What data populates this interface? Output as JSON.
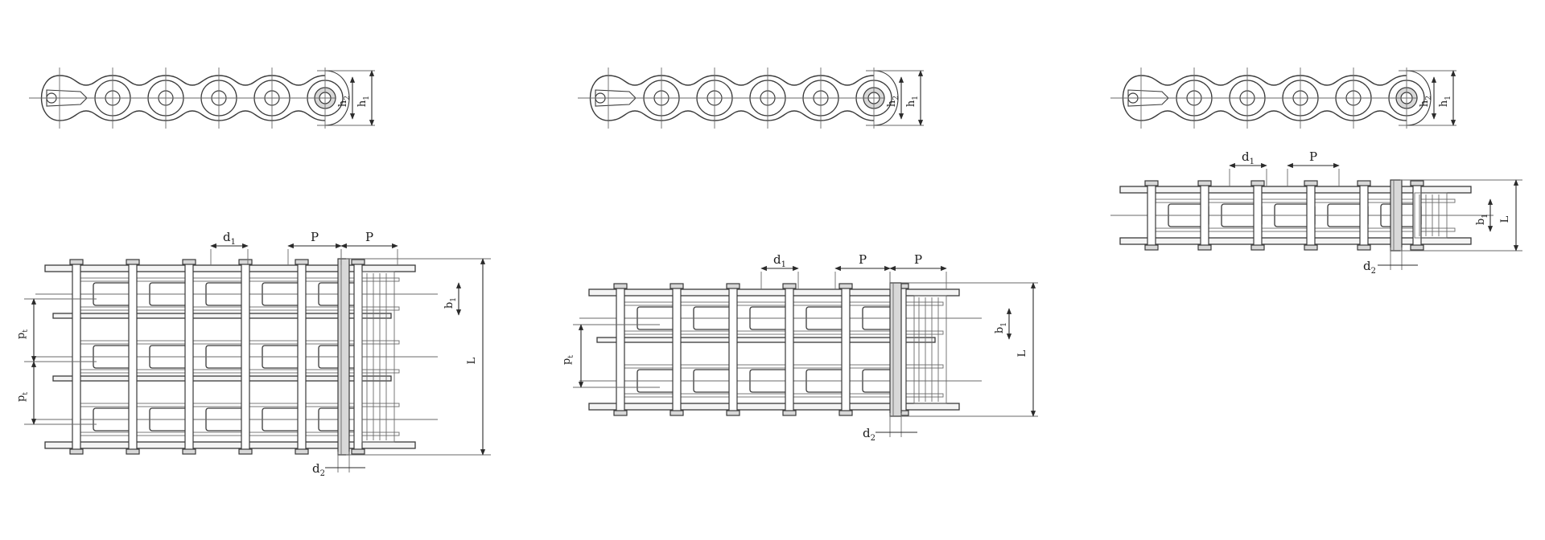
{
  "labels": {
    "pitch": "P",
    "roller_diameter": "d1",
    "pin_diameter": "d2",
    "plate_height_inner": "h2",
    "plate_height_outer": "h1",
    "inner_width": "b1",
    "transverse_pitch": "pt",
    "pin_length": "L"
  },
  "views": [
    {
      "name": "triplex",
      "strands": 3
    },
    {
      "name": "duplex",
      "strands": 2
    },
    {
      "name": "simplex",
      "strands": 1
    }
  ]
}
